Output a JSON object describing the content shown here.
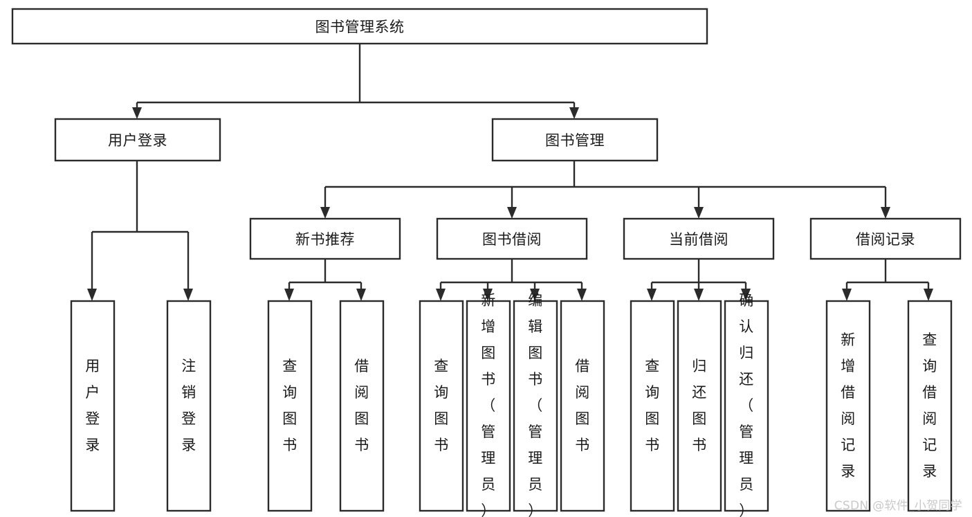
{
  "diagram": {
    "title": "图书管理系统",
    "type": "hierarchy-tree",
    "orientation": "top-down",
    "colors": {
      "box_stroke": "#2b2b2b",
      "box_fill": "#ffffff",
      "text": "#1a1a1a",
      "background": "#ffffff",
      "watermark": "#c9c9c9"
    },
    "root": {
      "label": "图书管理系统"
    },
    "level2": [
      {
        "label": "用户登录"
      },
      {
        "label": "图书管理"
      }
    ],
    "level3": [
      {
        "label": "新书推荐"
      },
      {
        "label": "图书借阅"
      },
      {
        "label": "当前借阅"
      },
      {
        "label": "借阅记录"
      }
    ],
    "leaves": {
      "user_login": [
        {
          "label": "用户登录"
        },
        {
          "label": "注销登录"
        }
      ],
      "new_book_recommend": [
        {
          "label": "查询图书"
        },
        {
          "label": "借阅图书"
        }
      ],
      "book_borrow": [
        {
          "label": "查询图书"
        },
        {
          "label": "新增图书（管理员）"
        },
        {
          "label": "编辑图书（管理员）"
        },
        {
          "label": "借阅图书"
        }
      ],
      "current_borrow": [
        {
          "label": "查询图书"
        },
        {
          "label": "归还图书"
        },
        {
          "label": "确认归还（管理员）"
        }
      ],
      "borrow_record": [
        {
          "label": "新增借阅记录"
        },
        {
          "label": "查询借阅记录"
        }
      ]
    }
  },
  "watermark": {
    "text": "CSDN @软件_小贺同学"
  }
}
